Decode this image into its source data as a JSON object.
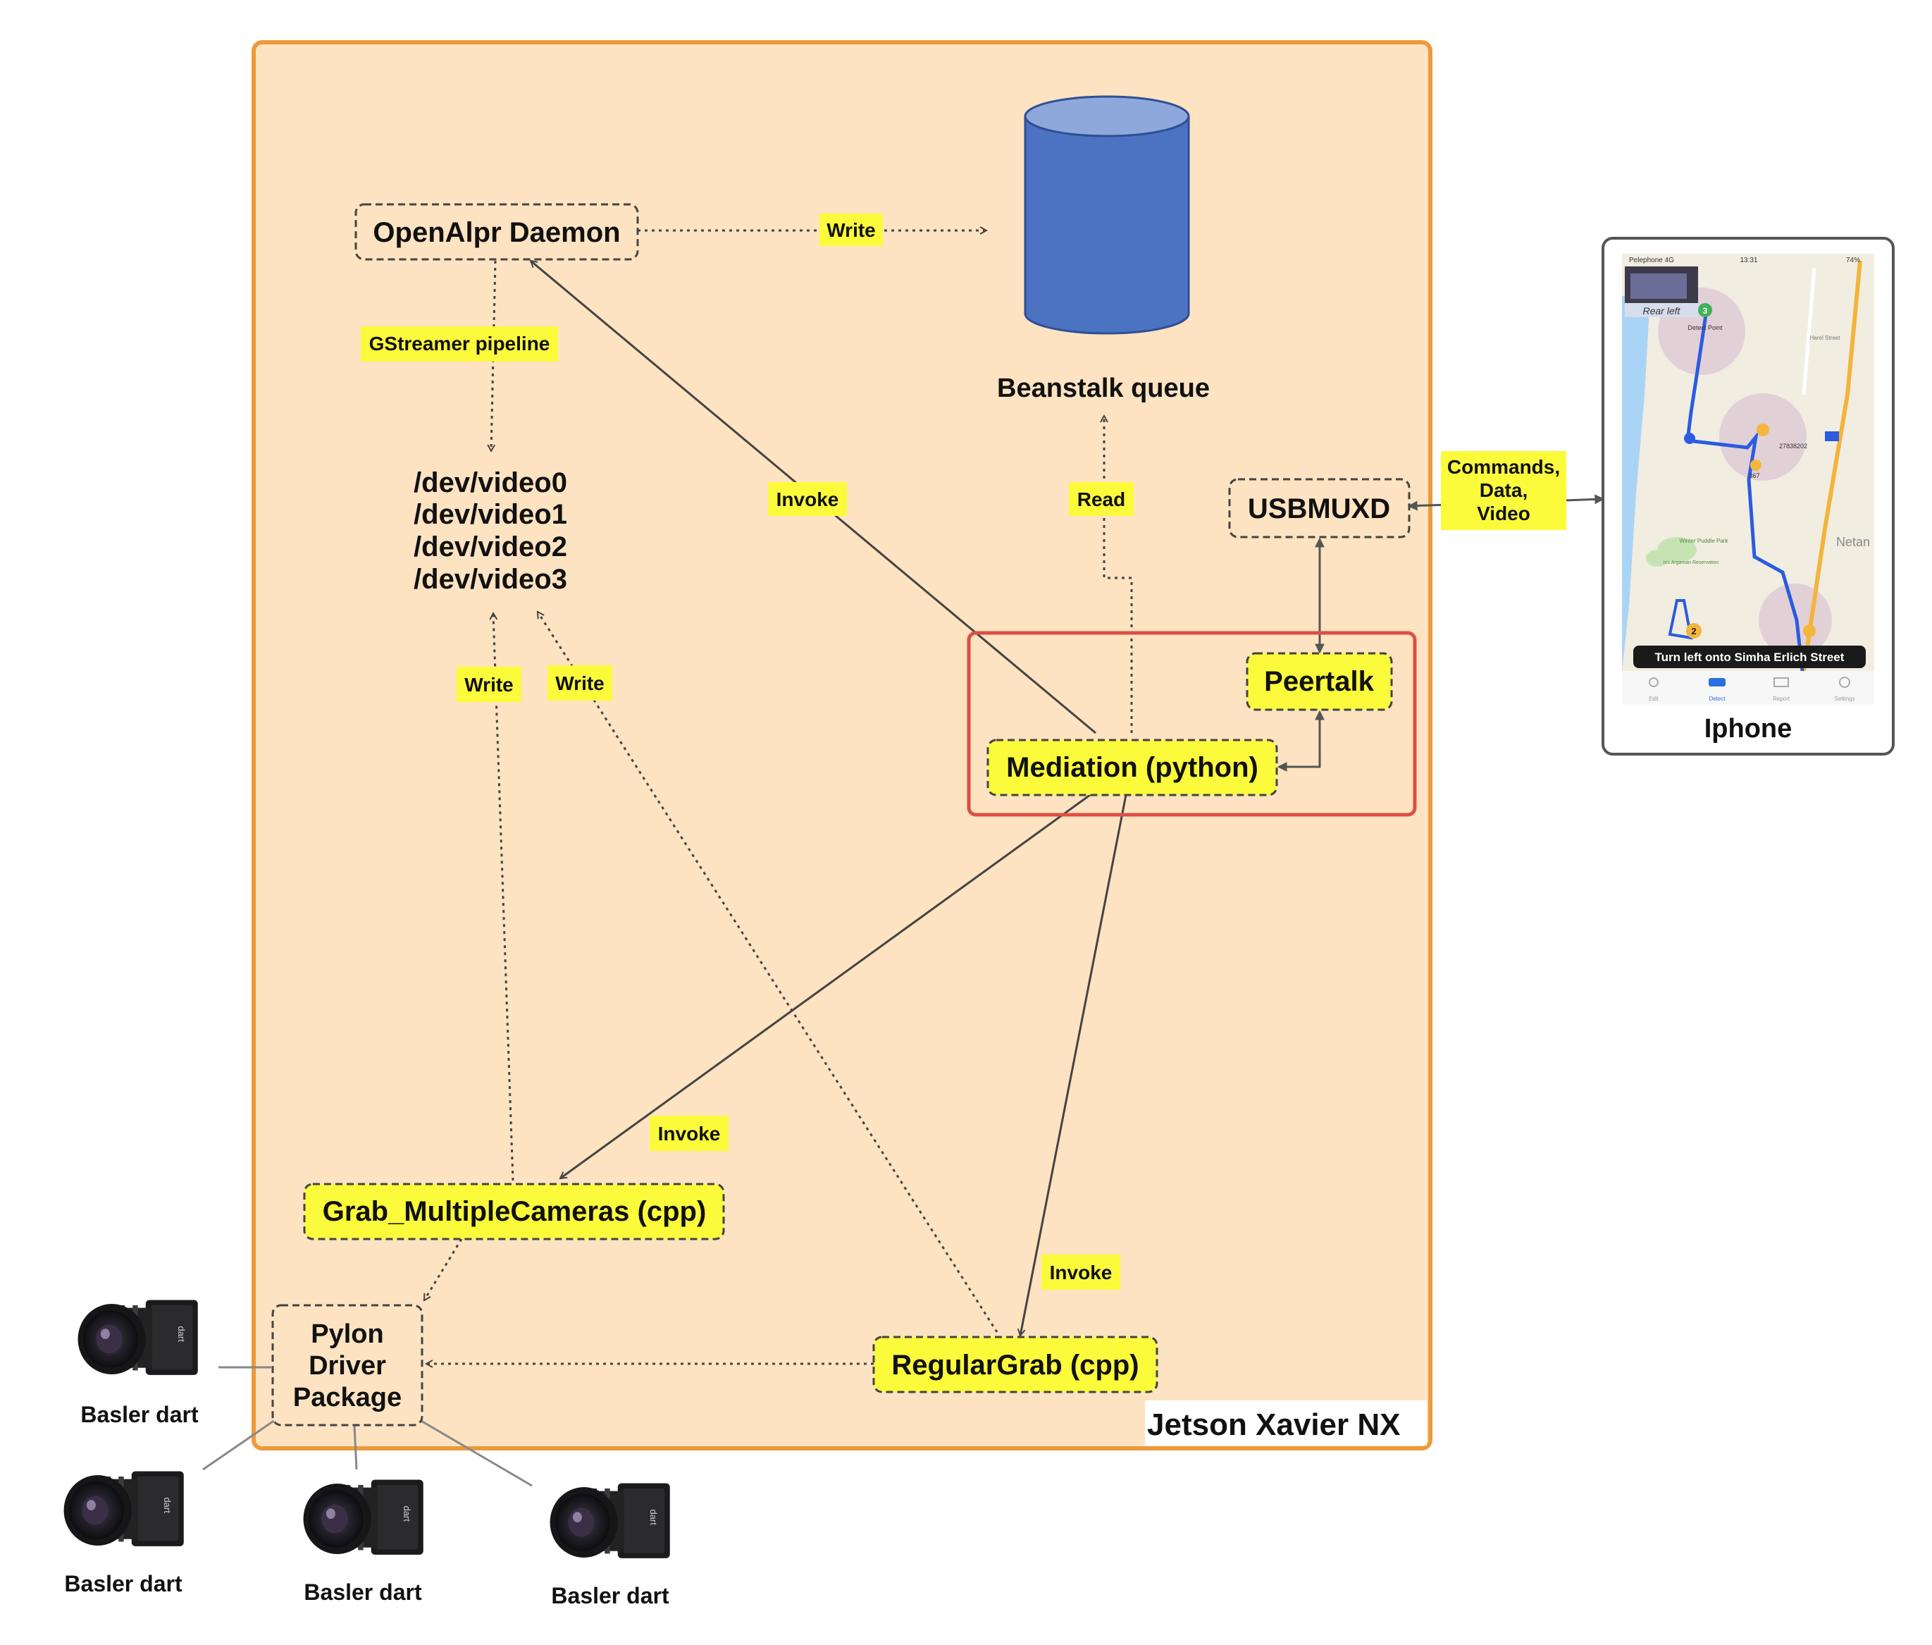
{
  "container": {
    "title": "Jetson Xavier NX"
  },
  "nodes": {
    "openalpr": "OpenAlpr Daemon",
    "beanstalk": "Beanstalk queue",
    "video0": "/dev/video0",
    "video1": "/dev/video1",
    "video2": "/dev/video2",
    "video3": "/dev/video3",
    "usbmuxd": "USBMUXD",
    "peertalk": "Peertalk",
    "mediation": "Mediation (python)",
    "grab_multiple": "Grab_MultipleCameras (cpp)",
    "regular_grab": "RegularGrab (cpp)",
    "pylon_l1": "Pylon",
    "pylon_l2": "Driver",
    "pylon_l3": "Package",
    "iphone": "Iphone"
  },
  "edge_labels": {
    "write_queue": "Write",
    "gstreamer": "GStreamer pipeline",
    "invoke_openalpr": "Invoke",
    "read_queue": "Read",
    "write_grab_multiple": "Write",
    "write_regular": "Write",
    "invoke_grab_multiple": "Invoke",
    "invoke_regular": "Invoke",
    "phone_l1": "Commands,",
    "phone_l2": "Data,",
    "phone_l3": "Video"
  },
  "cameras": [
    "Basler dart",
    "Basler dart",
    "Basler dart",
    "Basler dart"
  ],
  "phone_screen": {
    "status_carrier": "Pelephone 4G",
    "status_time": "13:31",
    "status_battery": "74%",
    "overlay_label": "Rear left",
    "detect_point": "Detect Point",
    "plate_number": "27838202",
    "marker_count": "3",
    "marker_count_2": "2",
    "marker_367": "367",
    "park_label": "Winter Puddle Park",
    "reserve_label": "Iris Argaman Reservation",
    "street_label": "Harel Street",
    "city_label": "Netan",
    "instruction": "Turn left onto Simha Erlich Street",
    "tabs": [
      "Edit",
      "Detect",
      "Report",
      "Settings"
    ]
  },
  "colors": {
    "container_fill": "#fde3c1",
    "container_border": "#ec9a3c",
    "yellow": "#fbfb3c",
    "db_blue": "#4c72c2",
    "db_top": "#8ea8dc",
    "highlight_red": "#dd4f45"
  }
}
